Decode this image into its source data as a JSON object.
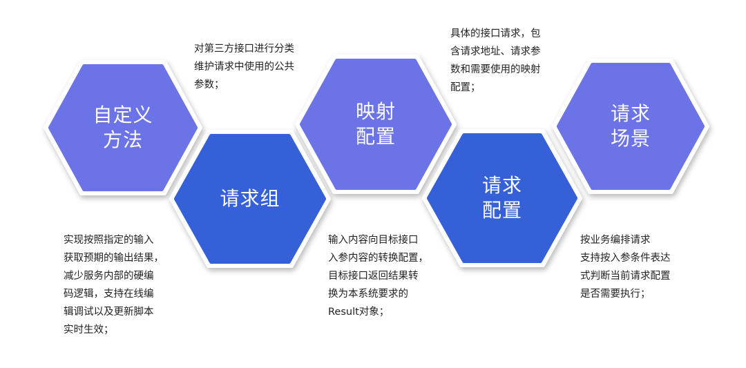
{
  "colors": {
    "purple": "#6B73E6",
    "blue": "#3560D8",
    "border": "#ffffff",
    "text": "#222222"
  },
  "steps": [
    {
      "id": "custom-method",
      "label_lines": [
        "自定义",
        "方法"
      ],
      "color": "purple",
      "description_lines": [
        "实现按照指定的输入",
        "获取预期的输出结果，",
        "减少服务内部的硬编",
        "码逻辑，支持在线编",
        "辑调试以及更新脚本",
        "实时生效；"
      ]
    },
    {
      "id": "request-group",
      "label_lines": [
        "请求组"
      ],
      "color": "blue",
      "description_lines": [
        "对第三方接口进行分类",
        "维护请求中使用的公共",
        "参数；"
      ]
    },
    {
      "id": "mapping-config",
      "label_lines": [
        "映射",
        "配置"
      ],
      "color": "purple",
      "description_lines": [
        "输入内容向目标接口",
        "入参内容的转换配置，",
        "目标接口返回结果转",
        "换为本系统要求的",
        "Result对象；"
      ]
    },
    {
      "id": "request-config",
      "label_lines": [
        "请求",
        "配置"
      ],
      "color": "blue",
      "description_lines": [
        "具体的接口请求，包",
        "含请求地址、请求参",
        "数和需要使用的映射",
        "配置；"
      ]
    },
    {
      "id": "request-scenario",
      "label_lines": [
        "请求",
        "场景"
      ],
      "color": "purple",
      "description_lines": [
        "按业务编排请求",
        "支持按入参条件表达",
        "式判断当前请求配置",
        "是否需要执行；"
      ]
    }
  ]
}
